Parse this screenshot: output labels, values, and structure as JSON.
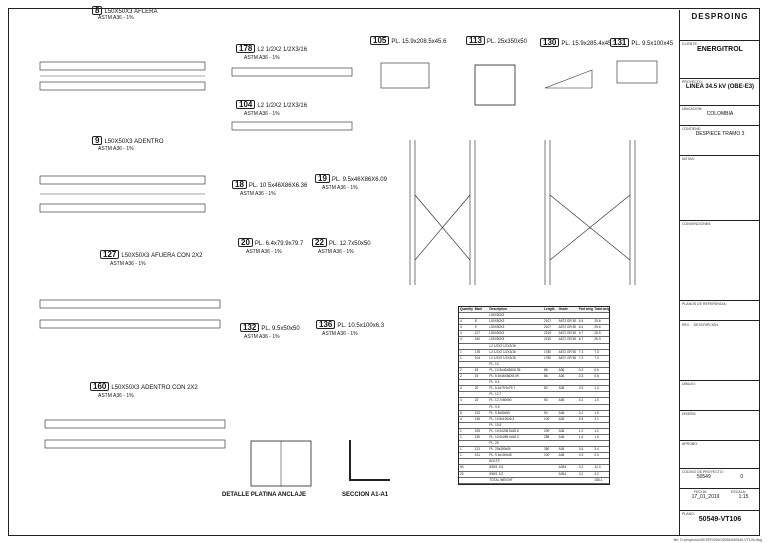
{
  "marks": [
    {
      "id": "8",
      "label": "L50X50X3"
    },
    {
      "id": "9",
      "label": "L50X50X3"
    },
    {
      "id": "127",
      "label": "L50X50X3"
    },
    {
      "id": "160",
      "label": "L50X50X3"
    },
    {
      "id": "178",
      "label": "L2 1/2X2 1/2X3/16"
    },
    {
      "id": "104",
      "label": "L2 1/2X2 1/2X3/16"
    },
    {
      "id": "18",
      "label": "PL. 10 5x46X86X6.36"
    },
    {
      "id": "19",
      "label": "PL. 9.5x46X86X6.09"
    },
    {
      "id": "20",
      "label": "PL. 6.4x79.9x79.7"
    },
    {
      "id": "22",
      "label": "PL. 12.7x50x50"
    },
    {
      "id": "132",
      "label": "PL. 9.5x50x50"
    },
    {
      "id": "136",
      "label": "PL. 10.5x100x6.3"
    },
    {
      "id": "105",
      "label": "PL. 15.9x208.5x45.6"
    },
    {
      "id": "113",
      "label": "PL. 25x350x50"
    },
    {
      "id": "130",
      "label": "PL. 15.9x285.4x45.3"
    },
    {
      "id": "131",
      "label": "PL. 9.5x100x45"
    }
  ],
  "spec": "ASTM A36 - 1%",
  "notes": {
    "m8": "AFLERA",
    "m9": "ADENTRO",
    "m127": "AFUERA CON 2X2",
    "m160": "ADENTRO CON 2X2"
  },
  "details": {
    "platina": "DETALLE PLATINA ANCLAJE",
    "seccion": "SECCION A1-A1"
  },
  "bom": {
    "headers": [
      "Quantity",
      "Mark",
      "Description",
      "Length",
      "Grade",
      "Part weight",
      "Total weight"
    ],
    "rows": [
      [
        "",
        "",
        "L50X50X3",
        "",
        "",
        "",
        ""
      ],
      [
        "4",
        "8",
        "L50X50X3",
        "2107",
        "A572 GR 50",
        "6.4",
        "25.6"
      ],
      [
        "4",
        "9",
        "L50X50X3",
        "2107",
        "A572 GR 50",
        "6.4",
        "25.6"
      ],
      [
        "4",
        "127",
        "L50X50X3",
        "2215",
        "A572 GR 50",
        "6.7",
        "26.9"
      ],
      [
        "4",
        "160",
        "L50X50X3",
        "2215",
        "A572 GR 50",
        "6.7",
        "26.9"
      ],
      [
        "",
        "",
        "L2 1/2X2 1/2X3/16",
        "",
        "",
        "",
        ""
      ],
      [
        "1",
        "178",
        "L2 1/2X2 1/2X3/16",
        "1780",
        "A572 GR 50",
        "7.3",
        "7.3"
      ],
      [
        "1",
        "104",
        "L2 1/2X2 1/2X3/16",
        "1780",
        "A572 GR 50",
        "7.3",
        "7.3"
      ],
      [
        "",
        "",
        "PL. 10",
        "",
        "",
        "",
        ""
      ],
      [
        "2",
        "18",
        "PL. 10 5x46X86X6.36",
        "86",
        "A36",
        "0.3",
        "0.6"
      ],
      [
        "2",
        "19",
        "PL. 9.5x46X86X6.09",
        "86",
        "A36",
        "0.3",
        "0.6"
      ],
      [
        "",
        "",
        "PL. 6.4",
        "",
        "",
        "",
        ""
      ],
      [
        "4",
        "20",
        "PL. 6.4x79.9x79.7",
        "80",
        "A36",
        "0.3",
        "1.3"
      ],
      [
        "",
        "",
        "PL. 12.7",
        "",
        "",
        "",
        ""
      ],
      [
        "4",
        "22",
        "PL. 12.7x50x50",
        "50",
        "A36",
        "0.2",
        "1.0"
      ],
      [
        "",
        "",
        "PL. 9.5",
        "",
        "",
        "",
        ""
      ],
      [
        "8",
        "132",
        "PL. 9.5x50x50",
        "50",
        "A36",
        "0.2",
        "1.5"
      ],
      [
        "4",
        "136",
        "PL. 10.5x100x6.3",
        "100",
        "A36",
        "0.5",
        "2.1"
      ],
      [
        "",
        "",
        "PL. 15.9",
        "",
        "",
        "",
        ""
      ],
      [
        "1",
        "105",
        "PL. 15.9x208.5x45.6",
        "209",
        "A36",
        "1.2",
        "1.2"
      ],
      [
        "1",
        "130",
        "PL. 15.9x285.4x45.3",
        "285",
        "A36",
        "1.6",
        "1.6"
      ],
      [
        "",
        "",
        "PL. 25",
        "",
        "",
        "",
        ""
      ],
      [
        "1",
        "113",
        "PL. 25x350x50",
        "350",
        "A36",
        "3.4",
        "3.4"
      ],
      [
        "1",
        "131",
        "PL. 9.5x100x45",
        "100",
        "A36",
        "0.3",
        "0.3"
      ],
      [
        "",
        "",
        "BOLTS",
        "",
        "",
        "",
        ""
      ],
      [
        "60",
        "",
        "5/8X1 1/4",
        "",
        "A394",
        "0.2",
        "12.0"
      ],
      [
        "20",
        "",
        "5/8X1 1/2",
        "",
        "A394",
        "0.2",
        "4.2"
      ],
      [
        "",
        "",
        "TOTAL WEIGHT",
        "",
        "",
        "",
        "156.1"
      ]
    ]
  },
  "title_block": {
    "company": "DESPROING",
    "client_label": "CLIENTE:",
    "client": "ENERGITROL",
    "project_label": "PROYECTO:",
    "project": "LINEA 34.5 kV (OBE-E3)",
    "location_label": "UBICACION:",
    "location": "COLOMBIA",
    "content_label": "CONTIENE:",
    "content": "DESPIECE TRAMO 3",
    "notes_label": "NOTAS:",
    "conventions_label": "CONVENCIONES:",
    "ref_label": "PLANOS DE REFERENCIA:",
    "rev_label": "REV.",
    "rev_desc_label": "DESCRIPCION",
    "drawn_label": "DIBUJO:",
    "design_label": "DISEÑO:",
    "approved_label": "APROBO:",
    "code_label": "CODIGO DE PROYECTO:",
    "code": "50549",
    "rev_value": "0",
    "date_label": "FECHA:",
    "date": "17_01_2019",
    "scale_label": "ESCALA:",
    "scale": "1:15",
    "sheet_label": "PLANO:",
    "sheet": "50549-VT106"
  },
  "footer": "file: D:/proyectos/DESPROING/50549/50549-VT106.dwg"
}
